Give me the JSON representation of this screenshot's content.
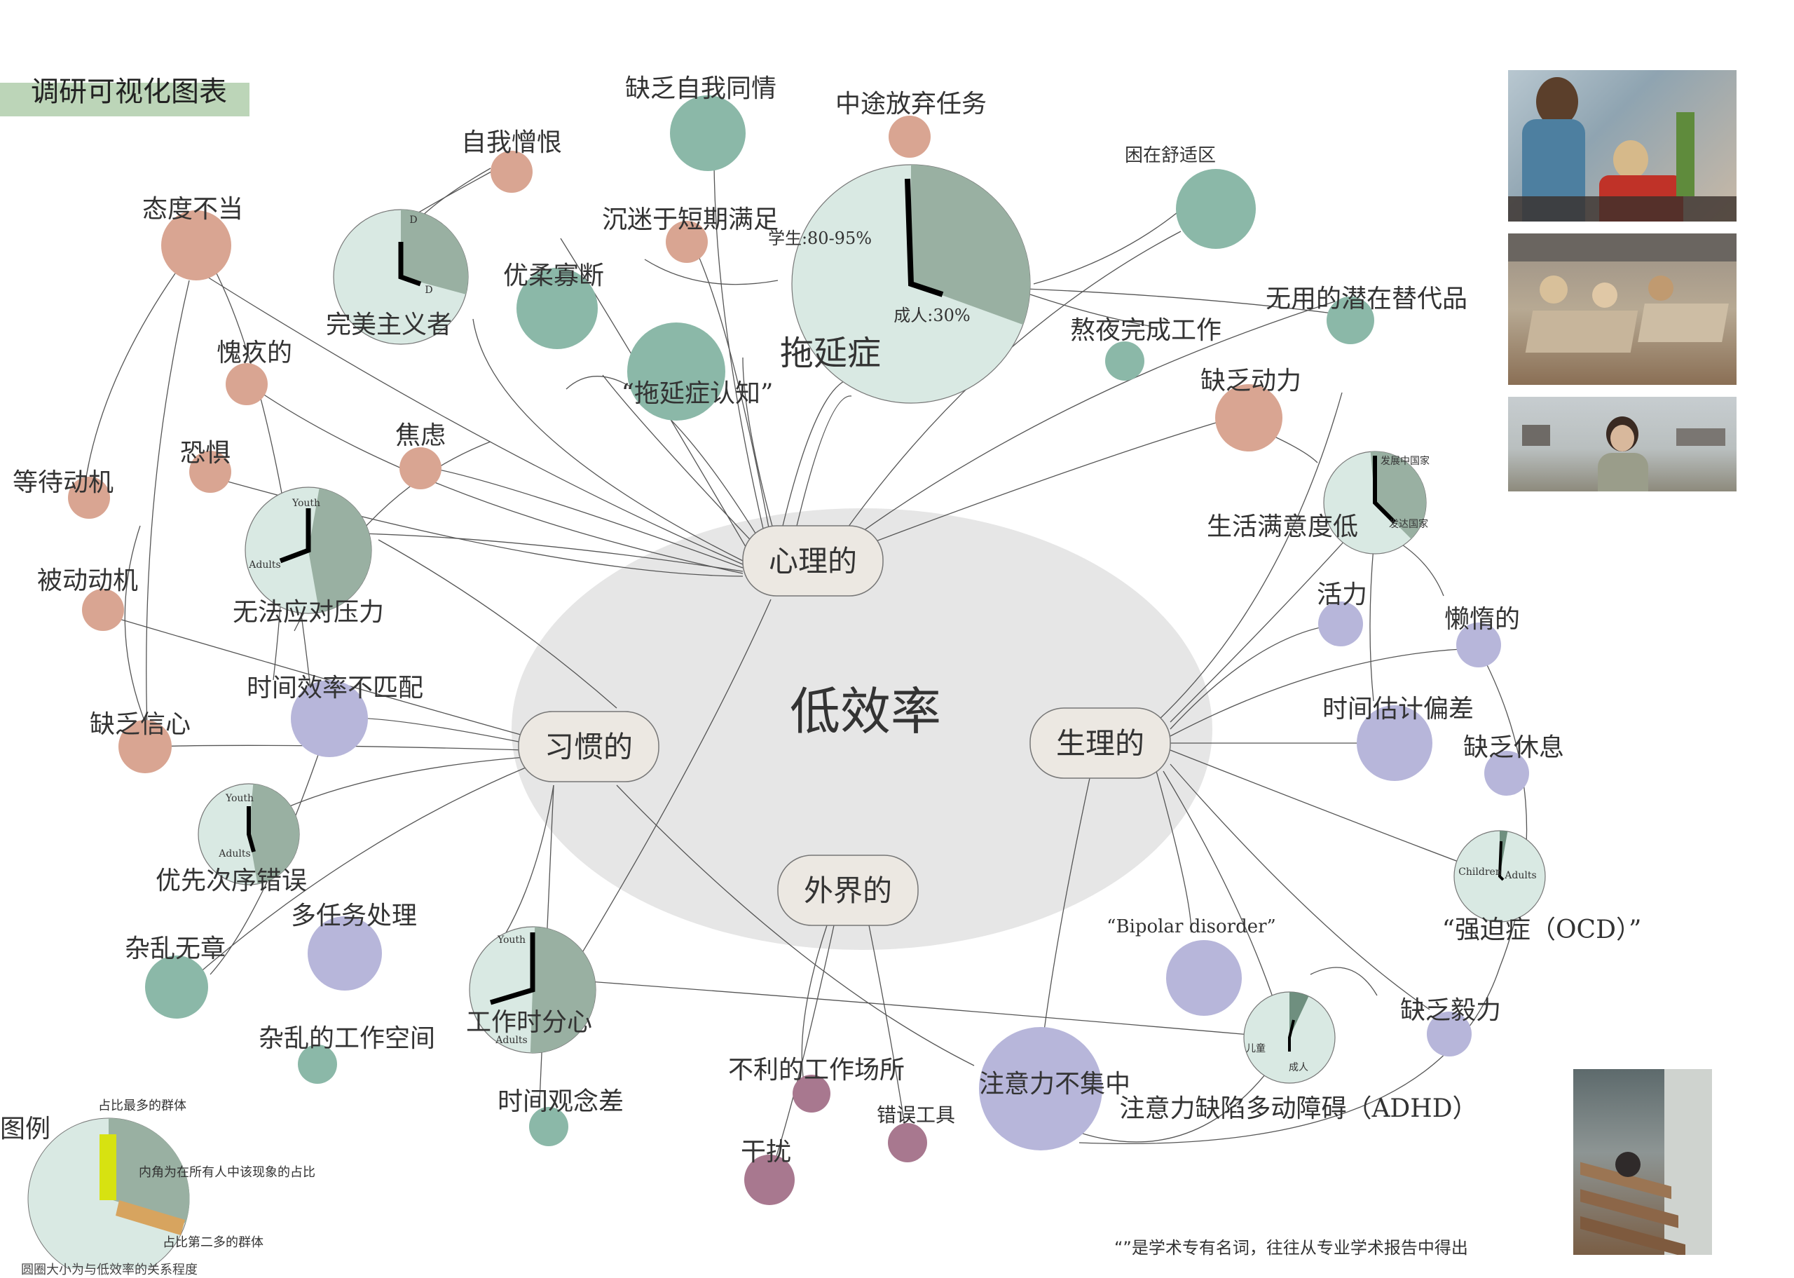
{
  "title": "调研可视化图表",
  "center_label": "低效率",
  "categories": {
    "psych": "心理的",
    "habit": "习惯的",
    "physio": "生理的",
    "external": "外界的"
  },
  "nodes": {
    "procrastination": "拖延症",
    "perfectionist": "完美主义者",
    "stress": "无法应对压力",
    "attitude": "态度不当",
    "self_hatred": "自我憎恨",
    "lack_self_compassion": "缺乏自我同情",
    "quit_midway": "中途放弃任务",
    "short_term": "沉迷于短期满足",
    "indecisive": "优柔寡断",
    "proc_cognition": "“拖延症认知”",
    "comfort_zone": "困在舒适区",
    "useless_alt": "无用的潜在替代品",
    "all_nighter": "熬夜完成工作",
    "lack_motivation": "缺乏动力",
    "guilt": "愧疚的",
    "fear": "恐惧",
    "anxiety": "焦虑",
    "wait_motivation": "等待动机",
    "passive_motivation": "被动动机",
    "lack_confidence": "缺乏信心",
    "time_mismatch": "时间效率不匹配",
    "priority_error": "优先次序错误",
    "multitask": "多任务处理",
    "messy": "杂乱无章",
    "messy_workspace": "杂乱的工作空间",
    "distracted_work": "工作时分心",
    "time_concept": "时间观念差",
    "life_satisfaction": "生活满意度低",
    "vitality": "活力",
    "lazy": "懒惰的",
    "time_estimate": "时间估计偏差",
    "lack_rest": "缺乏休息",
    "ocd": "“强迫症（OCD）”",
    "bipolar": "“Bipolar disorder”",
    "lack_perseverance": "缺乏毅力",
    "inattention": "注意力不集中",
    "adhd": "注意力缺陷多动障碍（ADHD）",
    "bad_workplace": "不利的工作场所",
    "wrong_tools": "错误工具",
    "interference": "干扰"
  },
  "pie_labels": {
    "proc_students": "学生:80-95%",
    "proc_adults": "成人:30%",
    "perf_a": "D",
    "perf_b": "D",
    "stress_youth": "Youth",
    "stress_adults": "Adults",
    "priority_youth": "Youth",
    "priority_adults": "Adults",
    "distract_youth": "Youth",
    "distract_adults": "Adults",
    "life_developing": "发展中国家",
    "life_developed": "发达国家",
    "ocd_children": "Children",
    "ocd_adults": "Adults",
    "adhd_children": "儿童",
    "adhd_adults": "成人"
  },
  "legend": {
    "title": "图例",
    "most": "占比最多的群体",
    "angle": "内角为在所有人中该现象的占比",
    "second": "占比第二多的群体",
    "caption_cut": "圆圈大小为与低效率的关系程度"
  },
  "footnote": "“”是学术专有名词，往往从专业学术报告中得出",
  "colors": {
    "teal": "#8bb8a8",
    "salmon": "#d9a592",
    "lavender": "#b7b6da",
    "mauve": "#a8788f",
    "pie_light": "#d9e9e3",
    "pie_dark": "#99b0a2",
    "hub_fill": "#ece8e2",
    "ellipse": "#e6e6e6",
    "title_bar": "#bcd5b8"
  }
}
